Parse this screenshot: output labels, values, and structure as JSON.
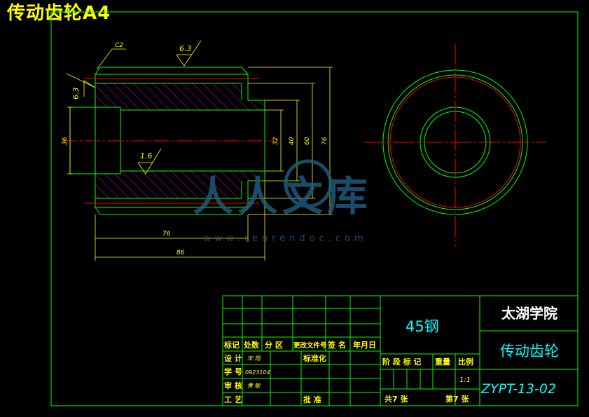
{
  "file_title": "传动齿轮A4",
  "colors": {
    "background": "#000000",
    "frame": "#00ff00",
    "dimension": "#ffff00",
    "hatch": "#cc00cc",
    "centerline": "#ff0000",
    "table_text": "#00ffff",
    "watermark": "#1e5f82"
  },
  "drawing": {
    "chamfer": "C2",
    "roughness": [
      "6.3",
      "6.3",
      "1.6"
    ],
    "dims": {
      "d36": "36",
      "d32": "32",
      "d40": "40",
      "d60": "60",
      "d76": "76",
      "l76": "76",
      "l86": "86"
    }
  },
  "watermark": {
    "brand": "人人文库",
    "url": "www.renrendoc.com"
  },
  "title_block": {
    "material": "45钢",
    "school": "太湖学院",
    "part_name": "传动齿轮",
    "drawing_number": "ZYPT-13-02",
    "rev_headers": [
      "标记",
      "处数",
      "分 区",
      "更改文件号",
      "签 名",
      "年月日"
    ],
    "row_design": "设 计",
    "row_student_no": "学 号",
    "row_review": "审 核",
    "row_process": "工 艺",
    "designer": "宋 翔",
    "student_no": "0923104",
    "reviewer": "黄 敏",
    "standardize": "标准化",
    "approve": "批 准",
    "stage_headers": [
      "阶 段 标 记",
      "重量",
      "比例"
    ],
    "scale": "1:1",
    "sheets_total": "共7 张",
    "sheet_no": "第7 张"
  }
}
